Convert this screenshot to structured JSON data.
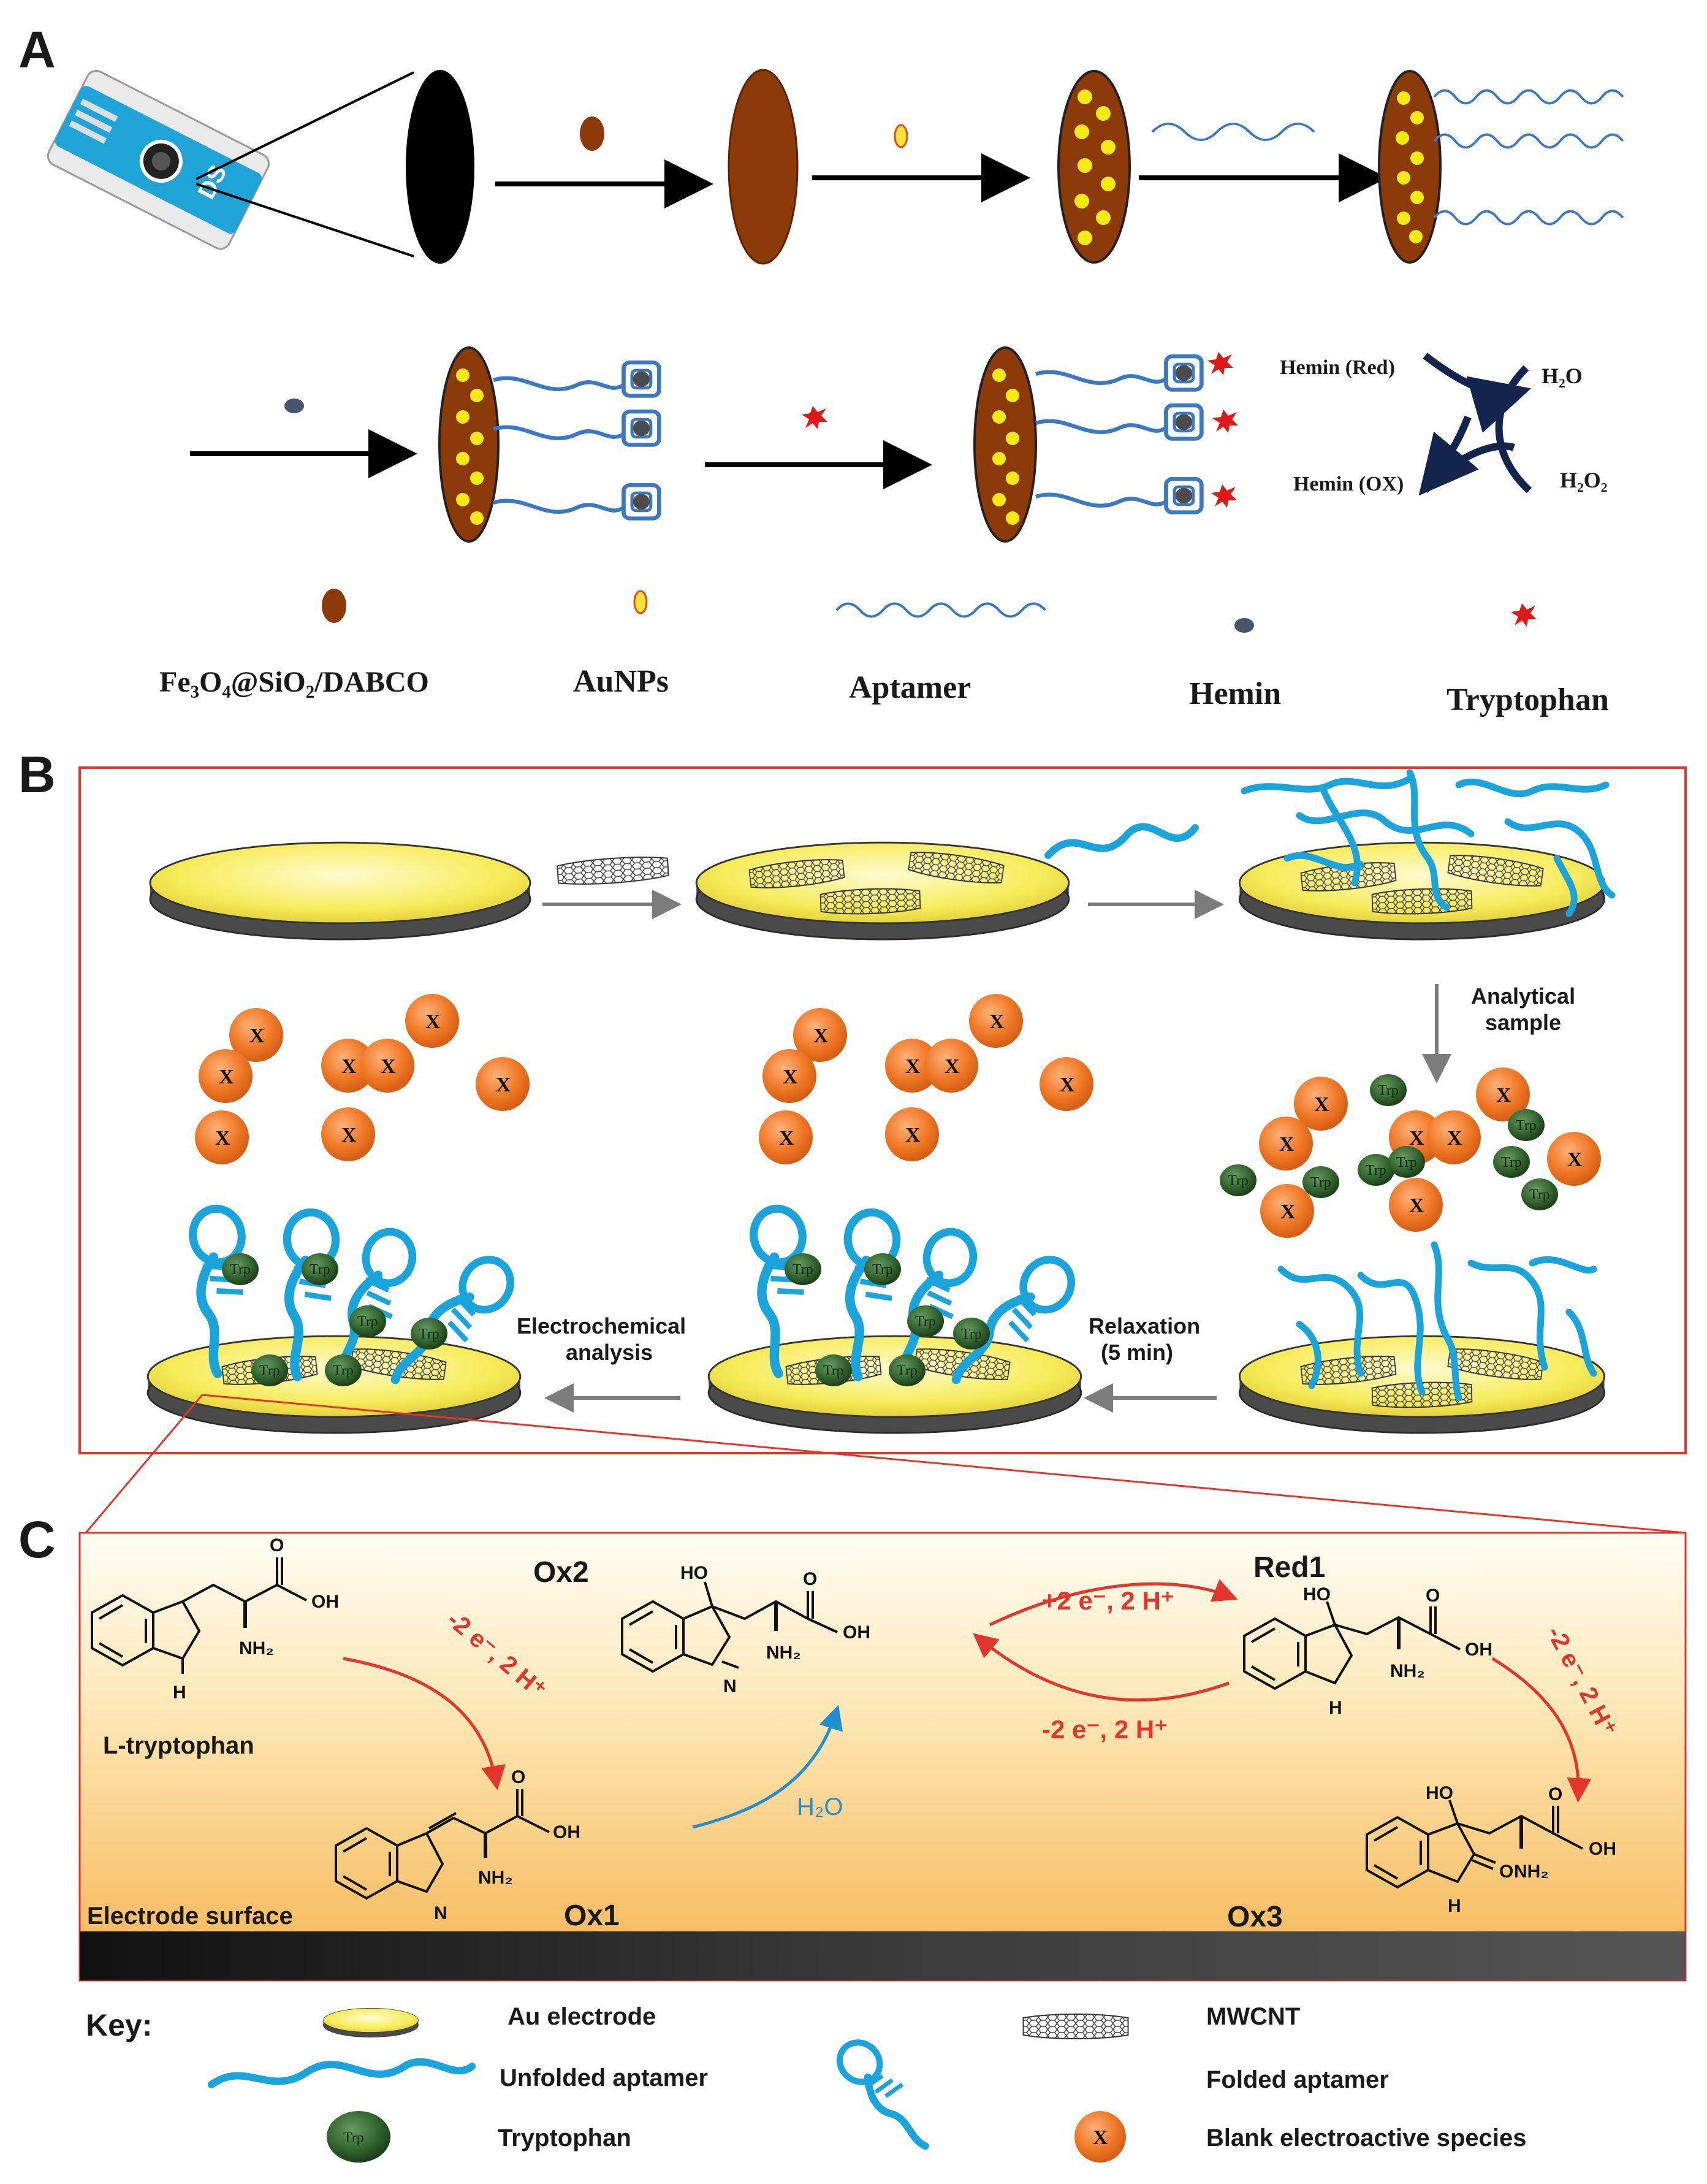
{
  "panels": {
    "a": "A",
    "b": "B",
    "c": "C"
  },
  "panel_a": {
    "sensor_text": "DS",
    "cycle": {
      "red": "Hemin (Red)",
      "ox": "Hemin (OX)",
      "h2o": "H₂O",
      "h2o2": "H₂O₂"
    },
    "legend": {
      "fe3o4": "Fe₃O₄@SiO₂/DABCO",
      "aunps": "AuNPs",
      "aptamer": "Aptamer",
      "hemin": "Hemin",
      "tryptophan": "Tryptophan"
    }
  },
  "panel_b": {
    "analytical_sample": [
      "Analytical",
      "sample"
    ],
    "relaxation": [
      "Relaxation",
      "(5 min)"
    ],
    "electrochemical": [
      "Electrochemical",
      "analysis"
    ],
    "x_label": "X",
    "trp_label": "Trp"
  },
  "panel_c": {
    "ox2": "Ox2",
    "red1": "Red1",
    "ox1": "Ox1",
    "ox3": "Ox3",
    "l_trp": "L-tryptophan",
    "electrode_surface": "Electrode surface",
    "arrow1": "-2 e⁻, 2 H⁺",
    "arrow_red_top": "+2 e⁻, 2 H⁺",
    "arrow_red_bottom": "-2 e⁻, 2 H⁺",
    "arrow3": "-2 e⁻, 2 H⁺",
    "h2o": "H₂O",
    "atoms": {
      "o": "O",
      "oh": "OH",
      "ho": "HO",
      "nh": "NH₂",
      "h": "H",
      "n": "N"
    }
  },
  "key": {
    "title": "Key:",
    "au": "Au electrode",
    "unfolded": "Unfolded aptamer",
    "trp_item": "Tryptophan",
    "trp_badge": "Trp",
    "mwcnt": "MWCNT",
    "folded": "Folded aptamer",
    "blank": "Blank electroactive species",
    "x_badge": "X"
  },
  "colors": {
    "electrode_brown": "#8b3a08",
    "au_yellow": "#f7ec5b",
    "aptamer_blue": "#1aa4dc",
    "x_orange": "#f07a28",
    "trp_green": "#2e5e2a",
    "frame_red": "#e2362b",
    "arrow_red": "#e2362b",
    "arrow_blue": "#1e8fd0",
    "cycle_navy": "#13244d"
  }
}
